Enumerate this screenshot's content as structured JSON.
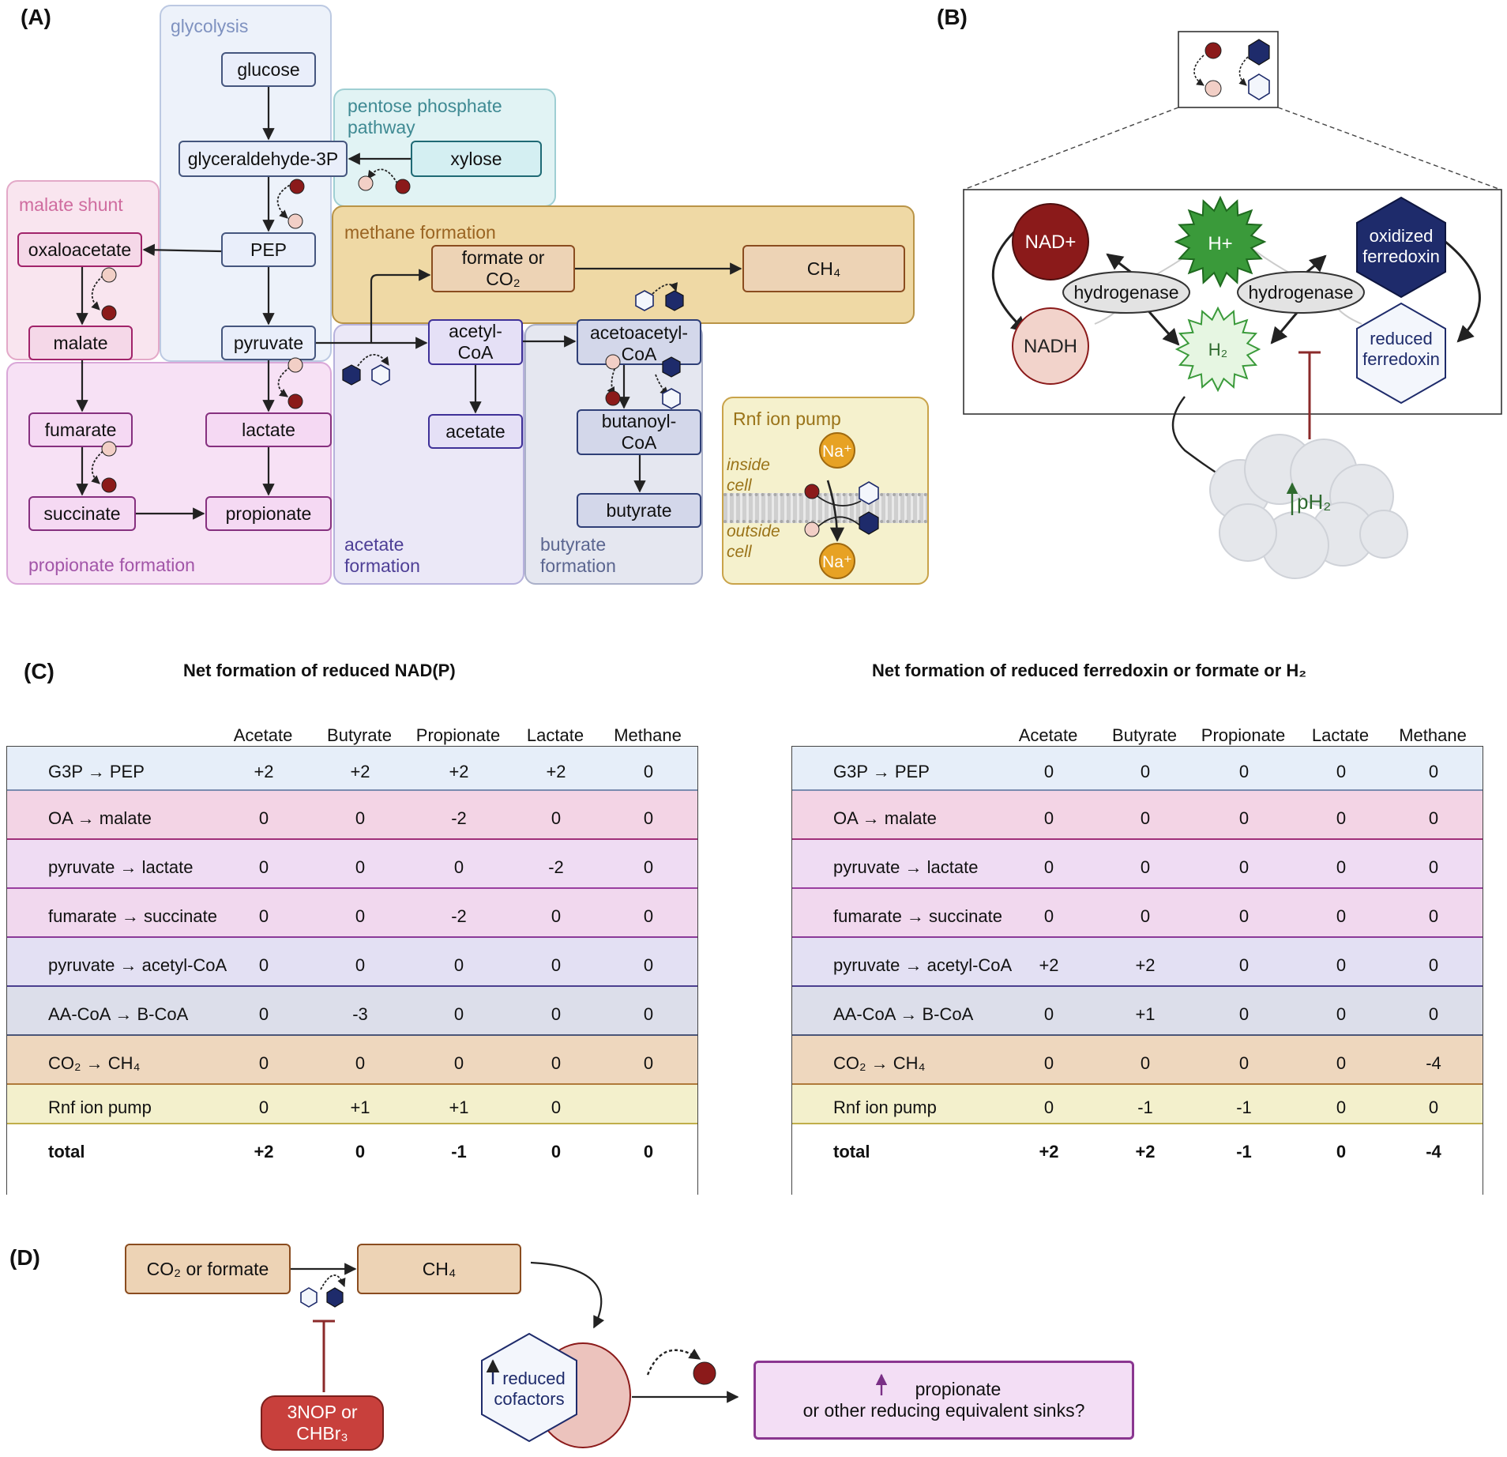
{
  "panels": {
    "a": "(A)",
    "b": "(B)",
    "c": "(C)",
    "d": "(D)"
  },
  "panel_a": {
    "regions": {
      "glycolysis": "glycolysis",
      "ppp": "pentose phosphate pathway",
      "malate": "malate shunt",
      "methane": "methane formation",
      "propionate": "propionate formation",
      "acetate": "acetate formation",
      "butyrate": "butyrate formation",
      "rnf": "Rnf ion pump"
    },
    "nodes": {
      "glucose": "glucose",
      "g3p": "glyceraldehyde-3P",
      "xylose": "xylose",
      "pep": "PEP",
      "oaa": "oxaloacetate",
      "malate": "malate",
      "pyruvate": "pyruvate",
      "fumarate": "fumarate",
      "lactate": "lactate",
      "succinate": "succinate",
      "propionate": "propionate",
      "formate": "formate or CO₂",
      "ch4": "CH₄",
      "acetylcoa": "acetyl-CoA",
      "acetate": "acetate",
      "aacoa": "acetoacetyl-CoA",
      "bcoa": "butanoyl-CoA",
      "butyrate": "butyrate"
    },
    "rnf": {
      "inside": "inside cell",
      "outside": "outside cell",
      "na_in": "Na⁺",
      "na_out": "Na⁺"
    }
  },
  "panel_b": {
    "nad": "NAD+",
    "nadh": "NADH",
    "hplus": "H+",
    "h2": "H₂",
    "hydrogenase_left": "hydrogenase",
    "hydrogenase_right": "hydrogenase",
    "oxidized_fd": "oxidized ferredoxin",
    "reduced_fd": "reduced ferredoxin",
    "ph2": "pH₂"
  },
  "panel_c": {
    "columns": [
      "Acetate",
      "Butyrate",
      "Propionate",
      "Lactate",
      "Methane"
    ],
    "row_colors": [
      "#e6eef9",
      "#f3d4e5",
      "#efdcf3",
      "#f1d8ee",
      "#e3e0f3",
      "#dcdeea",
      "#eed7be",
      "#f3f0cc",
      "#ffffff"
    ],
    "row_borders": [
      "#7a8cb0",
      "#a0307a",
      "#9a3fa0",
      "#8a3a98",
      "#4b3f8f",
      "#4a5578",
      "#b07a3a",
      "#c0ae4a",
      "#444444"
    ],
    "table1": {
      "title": "Net formation of reduced NAD(P)",
      "rows": [
        {
          "label": "G3P → PEP",
          "values": [
            "+2",
            "+2",
            "+2",
            "+2",
            "0"
          ]
        },
        {
          "label": "OA → malate",
          "values": [
            "0",
            "0",
            "-2",
            "0",
            "0"
          ]
        },
        {
          "label": "pyruvate → lactate",
          "values": [
            "0",
            "0",
            "0",
            "-2",
            "0"
          ]
        },
        {
          "label": "fumarate → succinate",
          "values": [
            "0",
            "0",
            "-2",
            "0",
            "0"
          ]
        },
        {
          "label": "pyruvate → acetyl-CoA",
          "values": [
            "0",
            "0",
            "0",
            "0",
            "0"
          ]
        },
        {
          "label": "AA-CoA → B-CoA",
          "values": [
            "0",
            "-3",
            "0",
            "0",
            "0"
          ]
        },
        {
          "label": "CO₂ → CH₄",
          "values": [
            "0",
            "0",
            "0",
            "0",
            "0"
          ]
        },
        {
          "label": "Rnf ion pump",
          "values": [
            "0",
            "+1",
            "+1",
            "0",
            ""
          ]
        },
        {
          "label": "total",
          "values": [
            "+2",
            "0",
            "-1",
            "0",
            "0"
          ]
        }
      ]
    },
    "table2": {
      "title": "Net formation of reduced ferredoxin or formate or H₂",
      "rows": [
        {
          "label": "G3P → PEP",
          "values": [
            "0",
            "0",
            "0",
            "0",
            "0"
          ]
        },
        {
          "label": "OA → malate",
          "values": [
            "0",
            "0",
            "0",
            "0",
            "0"
          ]
        },
        {
          "label": "pyruvate → lactate",
          "values": [
            "0",
            "0",
            "0",
            "0",
            "0"
          ]
        },
        {
          "label": "fumarate → succinate",
          "values": [
            "0",
            "0",
            "0",
            "0",
            "0"
          ]
        },
        {
          "label": "pyruvate → acetyl-CoA",
          "values": [
            "+2",
            "+2",
            "0",
            "0",
            "0"
          ]
        },
        {
          "label": "AA-CoA → B-CoA",
          "values": [
            "0",
            "+1",
            "0",
            "0",
            "0"
          ]
        },
        {
          "label": "CO₂ → CH₄",
          "values": [
            "0",
            "0",
            "0",
            "0",
            "-4"
          ]
        },
        {
          "label": "Rnf ion pump",
          "values": [
            "0",
            "-1",
            "-1",
            "0",
            "0"
          ]
        },
        {
          "label": "total",
          "values": [
            "+2",
            "+2",
            "-1",
            "0",
            "-4"
          ]
        }
      ]
    }
  },
  "panel_d": {
    "co2": "CO₂ or formate",
    "ch4": "CH₄",
    "inhibitor_line1": "3NOP or",
    "inhibitor_line2": "CHBr₃",
    "cofactors_line1": "reduced",
    "cofactors_line2": "cofactors",
    "sink_line1": "propionate",
    "sink_line2": "or other reducing equivalent sinks?"
  }
}
